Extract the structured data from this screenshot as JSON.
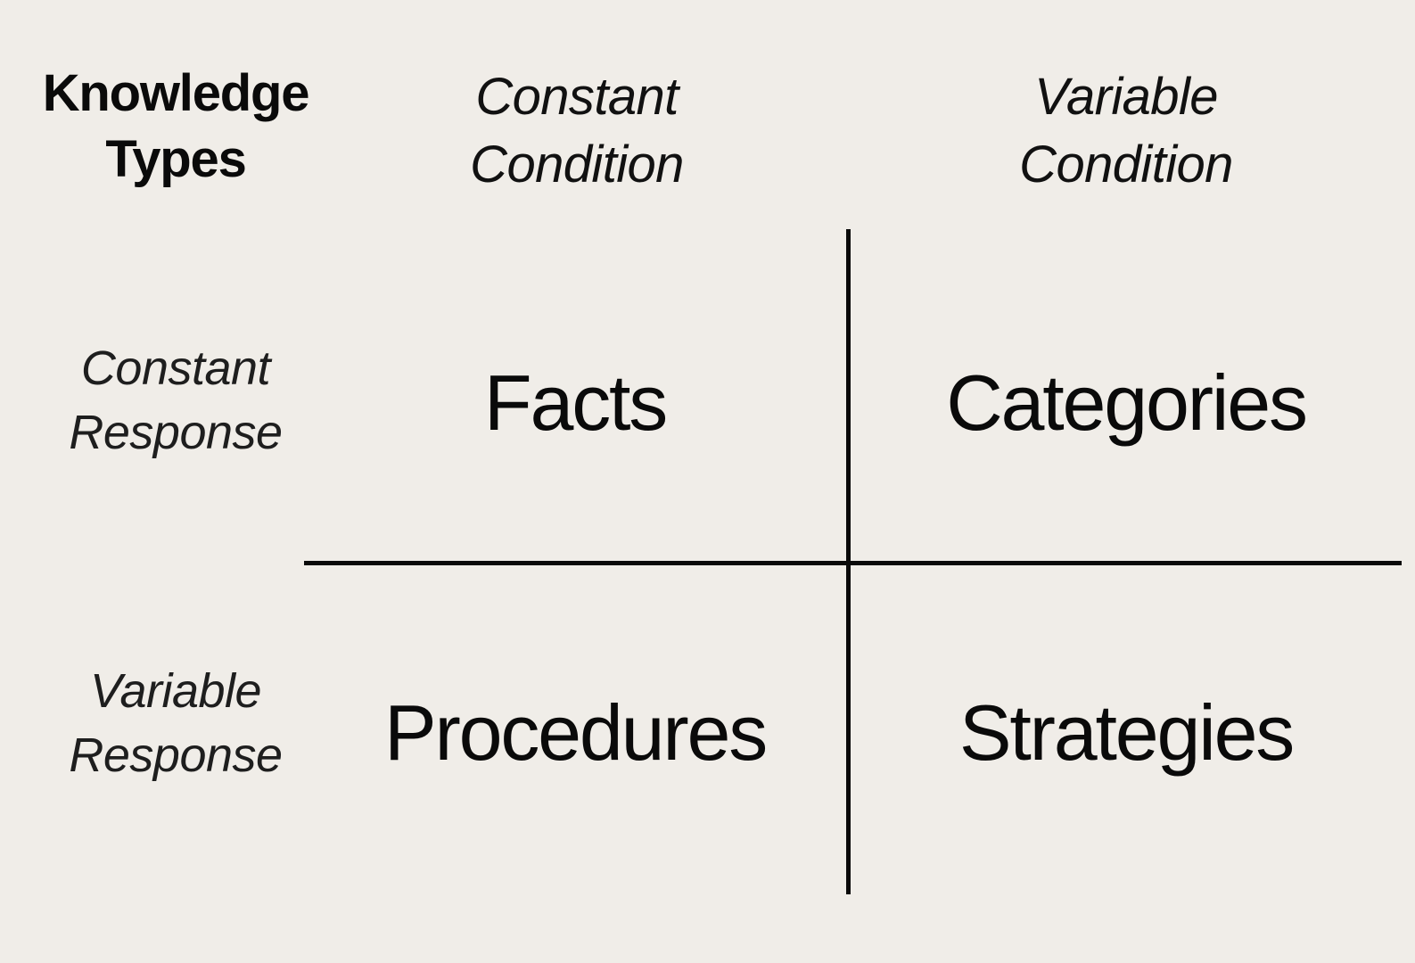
{
  "background_color": "#F0EDE8",
  "text_color": "#0A0A0A",
  "rule_color": "#0A0A0A",
  "matrix": {
    "corner_label": {
      "line1": "Knowledge",
      "line2": "Types"
    },
    "column_headers": [
      {
        "line1": "Constant",
        "line2": "Condition"
      },
      {
        "line1": "Variable",
        "line2": "Condition"
      }
    ],
    "row_headers": [
      {
        "line1": "Constant",
        "line2": "Response"
      },
      {
        "line1": "Variable",
        "line2": "Response"
      }
    ],
    "cells": [
      {
        "row": 0,
        "col": 0,
        "label": "Facts"
      },
      {
        "row": 0,
        "col": 1,
        "label": "Categories"
      },
      {
        "row": 1,
        "col": 0,
        "label": "Procedures"
      },
      {
        "row": 1,
        "col": 1,
        "label": "Strategies"
      }
    ]
  },
  "chart_data": {
    "type": "table",
    "title": "Knowledge Types",
    "xlabel": "Condition",
    "ylabel": "Response",
    "categories": [
      "Constant Condition",
      "Variable Condition"
    ],
    "rows": [
      "Constant Response",
      "Variable Response"
    ],
    "values": [
      [
        "Facts",
        "Categories"
      ],
      [
        "Procedures",
        "Strategies"
      ]
    ],
    "grid": true,
    "legend": "none"
  }
}
